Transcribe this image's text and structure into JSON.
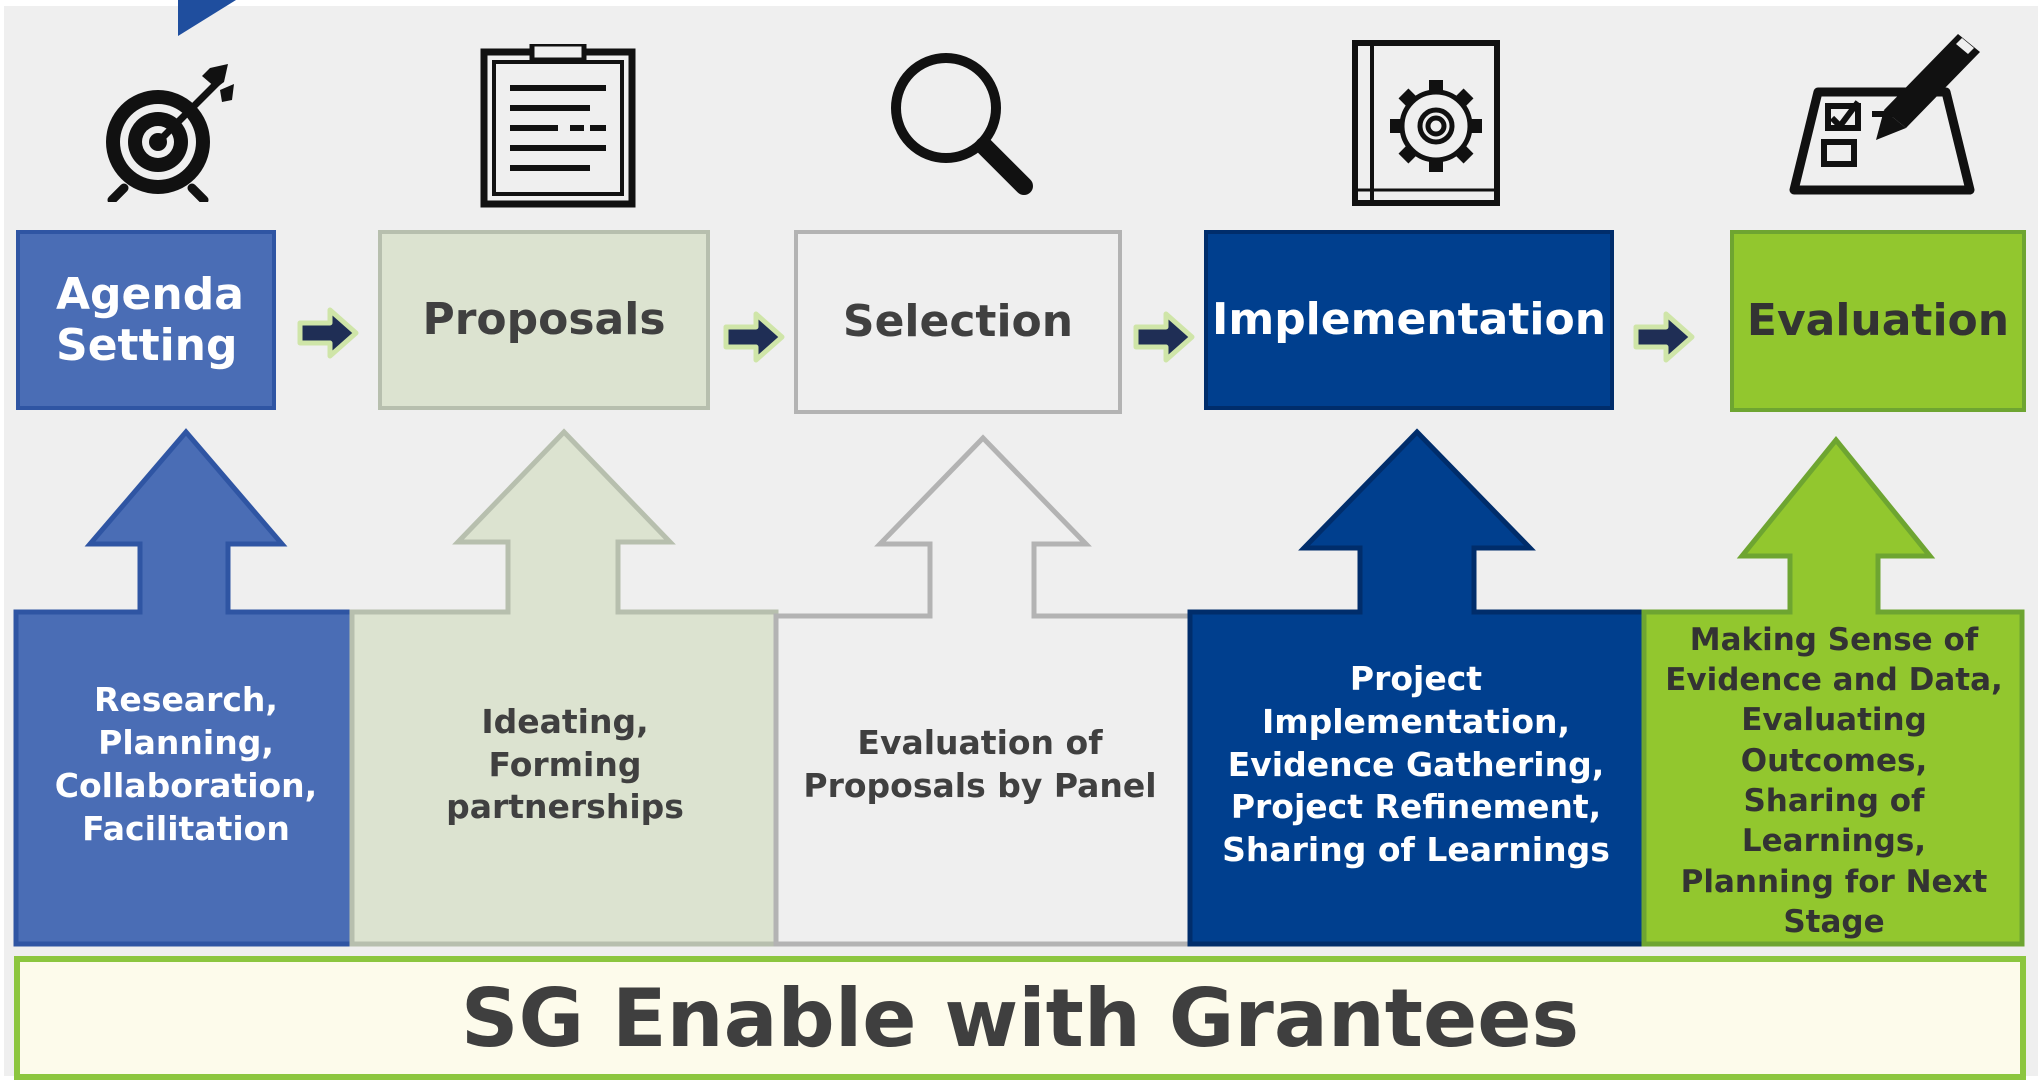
{
  "stages": [
    {
      "name": "Agenda Setting",
      "fill": "#4a6db5",
      "border": "#2f55a3",
      "text_color": "#ffffff",
      "description": "Research,\nPlanning,\nCollaboration,\nFacilitation"
    },
    {
      "name": "Proposals",
      "fill": "#dce3d0",
      "border": "#b7bfae",
      "text_color": "#404040",
      "description": "Ideating,\nForming partnerships"
    },
    {
      "name": "Selection",
      "fill": "#efefef",
      "border": "#b3b3b3",
      "text_color": "#404040",
      "description": "Evaluation of\nProposals by Panel"
    },
    {
      "name": "Implementation",
      "fill": "#003f8e",
      "border": "#002d6b",
      "text_color": "#ffffff",
      "description": "Project Implementation,\nEvidence Gathering,\nProject Refinement,\nSharing of Learnings"
    },
    {
      "name": "Evaluation",
      "fill": "#92c72e",
      "border": "#6ea531",
      "text_color": "#333333",
      "description": "Making Sense of\nEvidence and Data,\nEvaluating\nOutcomes,\nSharing of\nLearnings,\nPlanning for Next\nStage"
    }
  ],
  "icons": [
    "target-icon",
    "clipboard-icon",
    "magnifier-icon",
    "gear-book-icon",
    "checklist-pencil-icon"
  ],
  "footer": {
    "label": "SG Enable with Grantees",
    "fill": "#fdfbeb",
    "border": "#8cc63f"
  },
  "colors": {
    "arrow_fill": "#1f2e55",
    "arrow_outline": "#cfe5a8"
  }
}
